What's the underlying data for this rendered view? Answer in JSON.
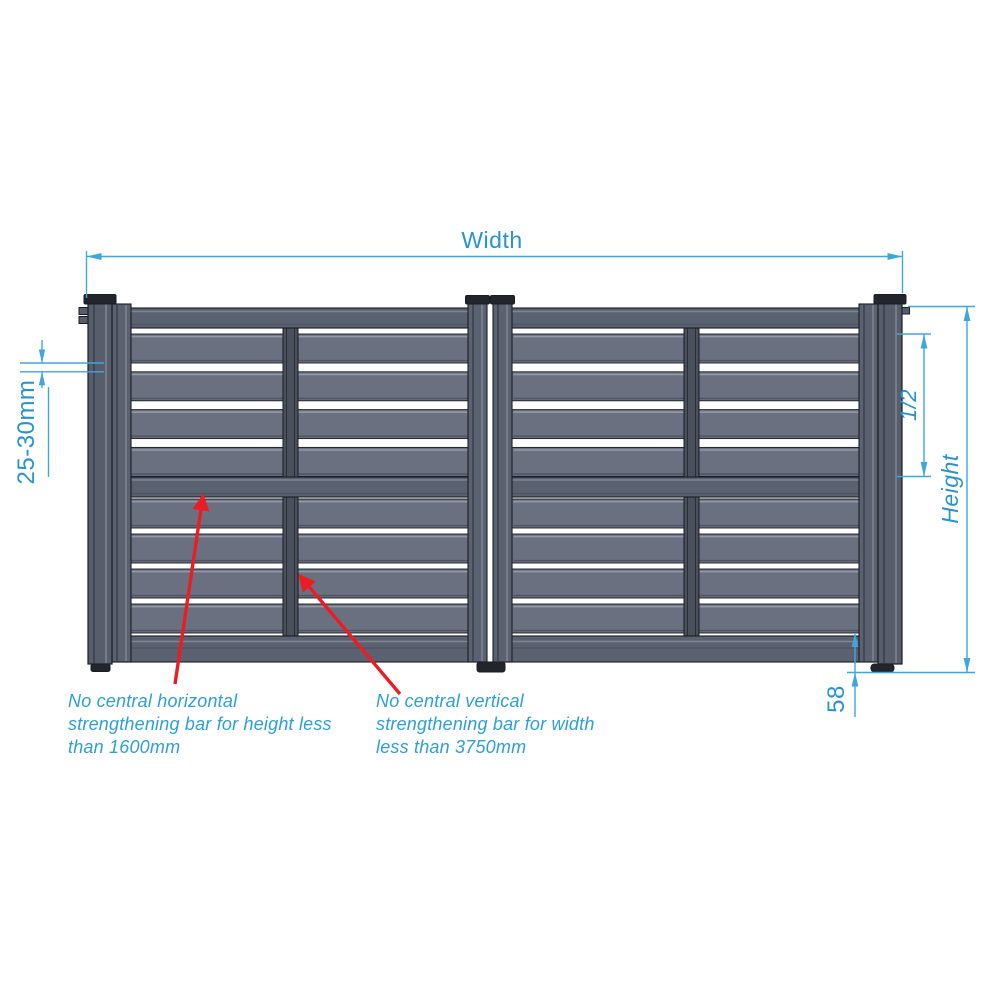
{
  "dimensions": {
    "width_label": "Width",
    "height_label": "Height",
    "half_label": "1/2",
    "slat_gap_label": "25-30mm",
    "bottom_clearance_label": "58"
  },
  "notes": [
    {
      "lines": [
        "No central horizontal",
        "strengthening bar for height less",
        "than 1600mm"
      ]
    },
    {
      "lines": [
        "No central vertical",
        "strengthening bar for width",
        "less than 3750mm"
      ]
    }
  ],
  "colors": {
    "dim-line": "#3FA7DC",
    "dim-text": "#2794D0",
    "note-text": "#2E9FD8",
    "callout-red": "#EC1C24",
    "outline": "#1A1D23",
    "cap": "#22252C",
    "post": "#565D6B",
    "stile": "#5A6170",
    "rail": "#5A6170",
    "rail-light": "#7E8491",
    "slat": "#6A7080",
    "slat-edge-light": "#949AA5",
    "slat-inner-dark": "#4E5460",
    "bar-vertical": "#4A505C"
  }
}
